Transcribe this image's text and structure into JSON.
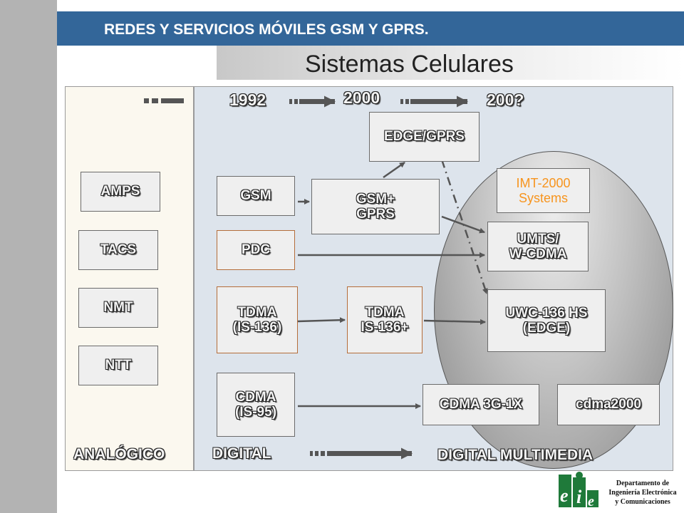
{
  "header": {
    "title": "REDES Y SERVICIOS MÓVILES GSM Y GPRS.",
    "subtitle": "Sistemas Celulares"
  },
  "timeline": {
    "years": [
      "1992",
      "2000",
      "200?"
    ]
  },
  "analog": {
    "label": "ANALÓGICO",
    "systems": [
      "AMPS",
      "TACS",
      "NMT",
      "NTT"
    ]
  },
  "digital": {
    "label": "DIGITAL",
    "systems": {
      "gsm": "GSM",
      "pdc": "PDC",
      "tdma": "TDMA\n(IS-136)",
      "cdma": "CDMA\n(IS-95)",
      "gsm_gprs": "GSM+\nGPRS",
      "edge_gprs": "EDGE/GPRS",
      "tdma_plus": "TDMA\nIS-136+"
    }
  },
  "multimedia": {
    "label": "DIGITAL MULTIMEDIA",
    "imt2000": "IMT-2000\nSystems",
    "umts": "UMTS/\nW-CDMA",
    "uwc136": "UWC-136 HS\n(EDGE)",
    "cdma3g": "CDMA 3G-1X",
    "cdma2000": "cdma2000"
  },
  "footer": {
    "department_lines": [
      "Departamento de",
      "Ingeniería Electrónica",
      "y Comunicaciones"
    ],
    "logo_letters": [
      "e",
      "i",
      "e"
    ]
  },
  "colors": {
    "header_blue": "#336699",
    "imt_text": "#f7941d",
    "box_border_brown": "#b56d3a",
    "arrow_gray": "#555555"
  }
}
